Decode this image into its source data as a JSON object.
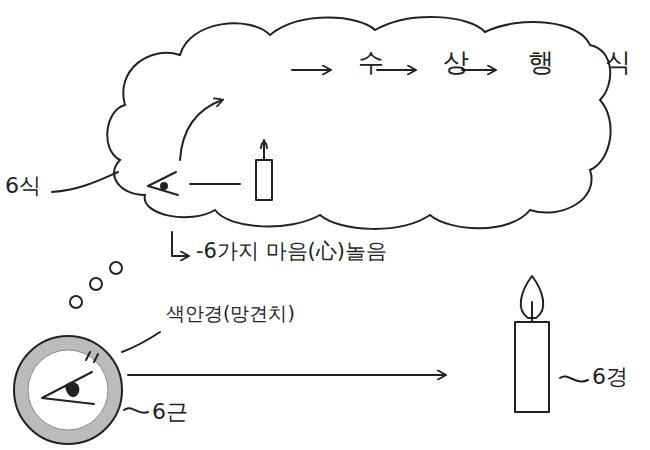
{
  "diagram": {
    "nodes": [
      {
        "text": [
          "수",
          "상",
          "행",
          "식"
        ]
      }
    ],
    "labels": [
      "6식",
      "-6가지 마음(心)놀음",
      "색안경(망견치)",
      "6근",
      "6경"
    ]
  }
}
